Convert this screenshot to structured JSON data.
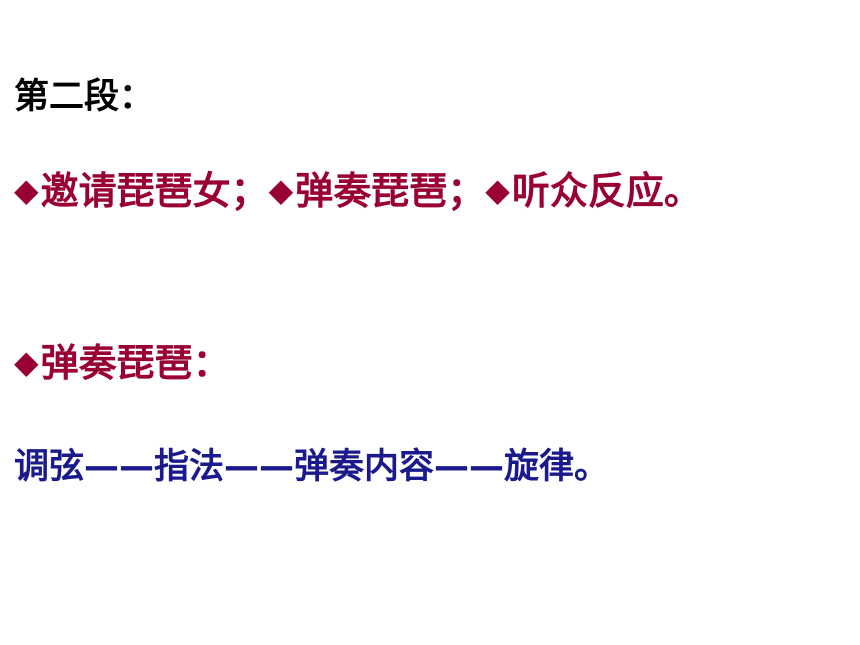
{
  "slide": {
    "heading": "第二段：",
    "bullet_row": [
      "邀请琵琶女；",
      "弹奏琵琶；",
      "听众反应。"
    ],
    "sub_heading": "弹奏琵琶：",
    "sequence": "调弦——指法——弹奏内容——旋律。",
    "bullet_symbol": "◆",
    "colors": {
      "heading": "#000000",
      "bullet_text": "#990033",
      "sequence_text": "#1a1a8c",
      "background": "#ffffff"
    }
  }
}
